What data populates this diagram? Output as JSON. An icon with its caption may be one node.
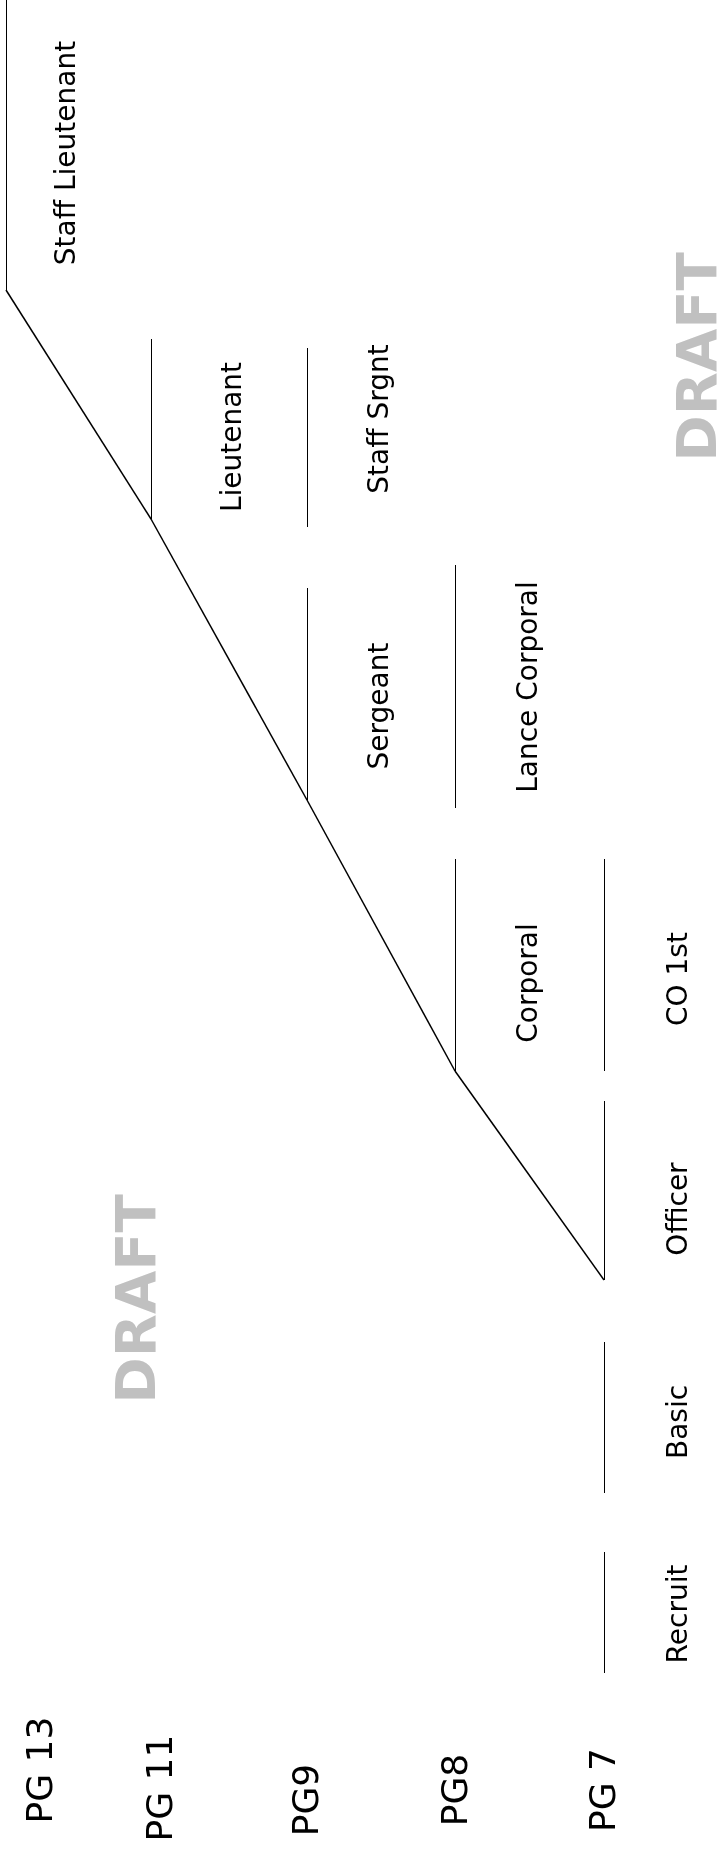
{
  "diagram": {
    "nodes": [
      {
        "text": [
          "Staff Lieutenant"
        ]
      },
      {
        "text": [
          "Lieutenant"
        ]
      },
      {
        "text": [
          "Staff Srgnt"
        ]
      },
      {
        "text": [
          "Sergeant"
        ]
      },
      {
        "text": [
          "Lance Corporal"
        ]
      },
      {
        "text": [
          "Corporal"
        ]
      },
      {
        "text": [
          "CO 1st"
        ]
      },
      {
        "text": [
          "Officer"
        ]
      },
      {
        "text": [
          "Basic"
        ]
      },
      {
        "text": [
          "Recruit"
        ]
      }
    ],
    "edges": [
      {
        "from": 7,
        "to": 5,
        "arrow": "none"
      },
      {
        "from": 5,
        "to": 3,
        "arrow": "none"
      },
      {
        "from": 3,
        "to": 1,
        "arrow": "none"
      },
      {
        "from": 1,
        "to": 0,
        "arrow": "none"
      }
    ],
    "labels": [
      "PG 13",
      "PG 11",
      "PG9",
      "PG8",
      "PG 7",
      "DRAFT",
      "DRAFT"
    ]
  }
}
